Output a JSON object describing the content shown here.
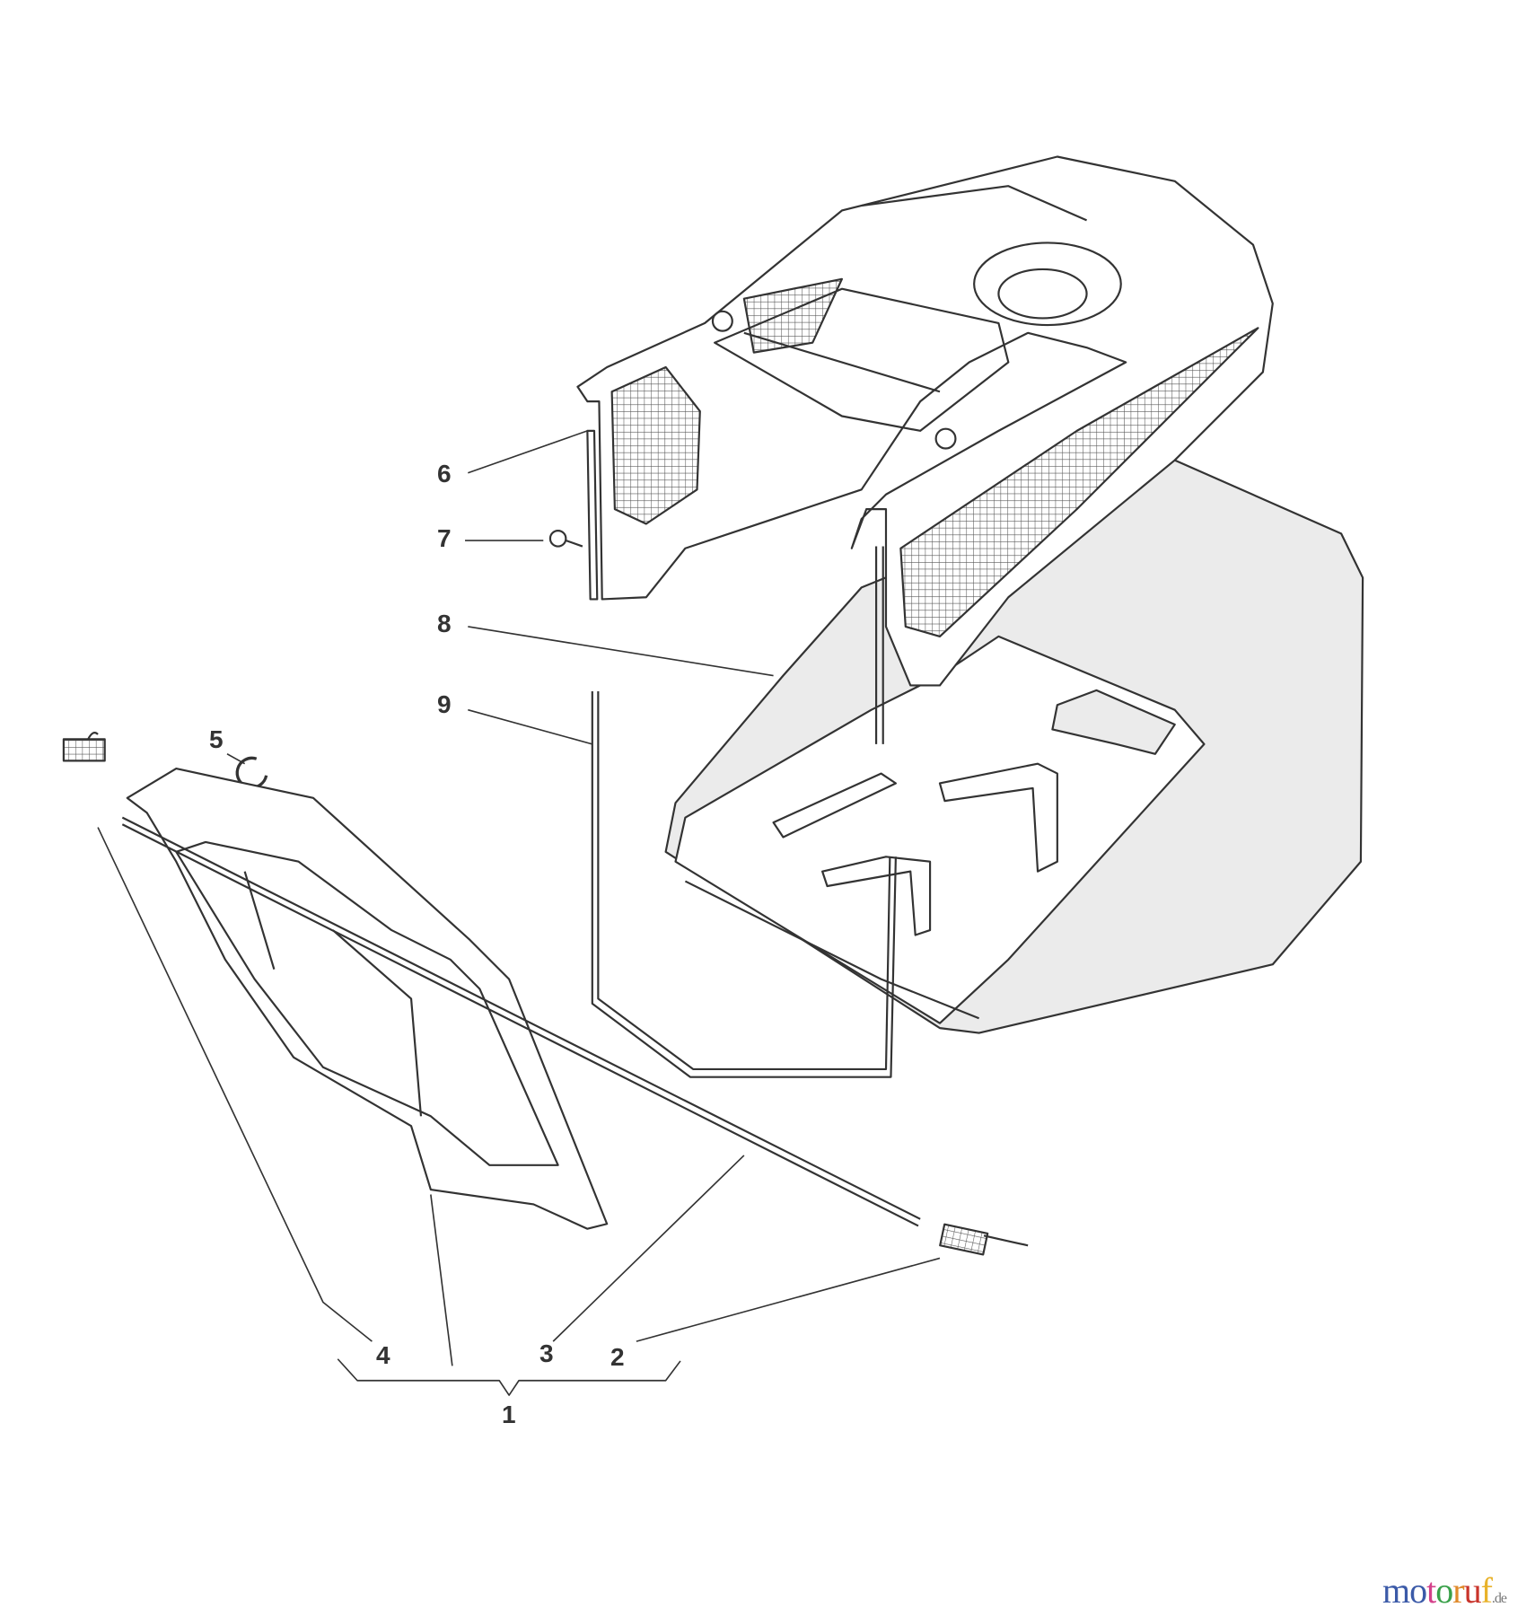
{
  "diagram": {
    "callouts": [
      "1",
      "2",
      "3",
      "4",
      "5",
      "6",
      "7",
      "8",
      "9"
    ],
    "watermark": {
      "text": "motoruf",
      "suffix": ".de",
      "letter_colors": [
        "#3b5aa8",
        "#3b5aa8",
        "#d4408a",
        "#3aa14a",
        "#e08a2a",
        "#c9342b",
        "#e8b22a"
      ]
    }
  }
}
